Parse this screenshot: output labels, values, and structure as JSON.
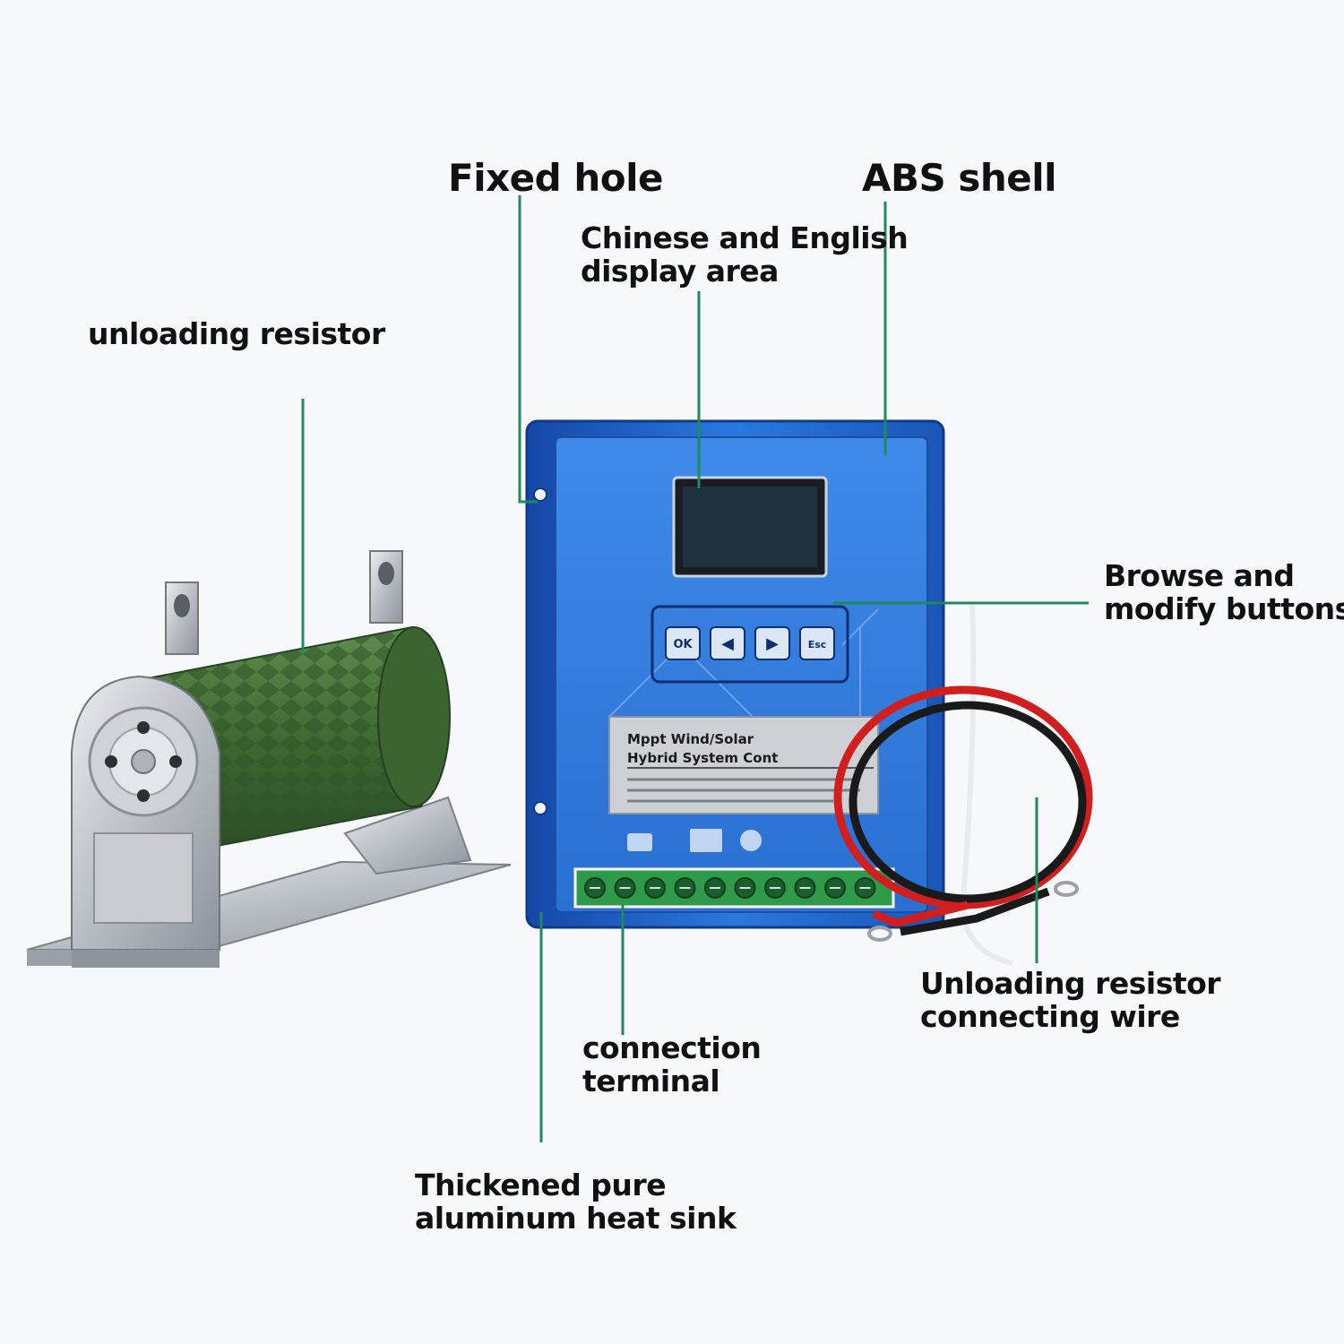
{
  "callouts": {
    "unloading_resistor": "unloading resistor",
    "fixed_hole": "Fixed hole",
    "abs_shell": "ABS shell",
    "display_area": [
      "Chinese and English",
      "display area"
    ],
    "buttons": [
      "Browse and",
      "modify buttons"
    ],
    "connecting_wire": [
      "Unloading resistor",
      "connecting wire"
    ],
    "connection_terminal": [
      "connection",
      "terminal"
    ],
    "heat_sink": [
      "Thickened pure",
      "aluminum heat sink"
    ]
  },
  "product_label": {
    "title": [
      "Mppt Wind/Solar",
      "Hybrid System Cont"
    ]
  },
  "buttons": [
    "OK",
    "◀",
    "▶",
    "Esc"
  ],
  "colors": {
    "leader_line": "#1f8a5a",
    "controller_blue": "#1f62c9",
    "resistor_green": "#3e6b34",
    "background": "#f7f8fb"
  }
}
